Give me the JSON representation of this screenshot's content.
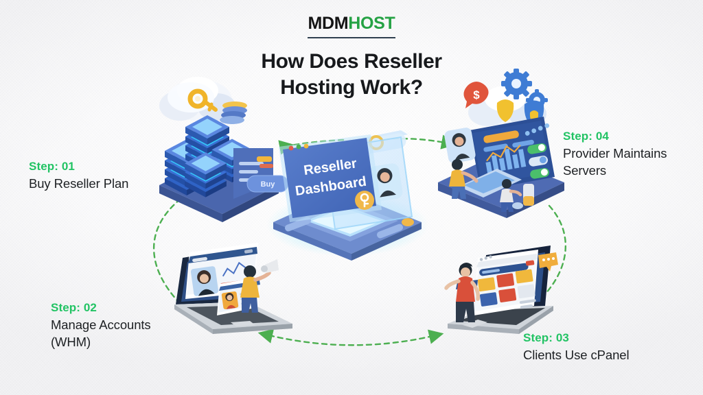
{
  "header": {
    "logo_part1": "MDM",
    "logo_part2": "HOST",
    "title_line1": "How Does Reseller",
    "title_line2": "Hosting Work?"
  },
  "steps": [
    {
      "id": "01",
      "num_label": "Step: 01",
      "text": "Buy Reseller Plan",
      "scene": "server-stack-cloud"
    },
    {
      "id": "02",
      "num_label": "Step: 02",
      "text": "Manage Accounts\n(WHM)",
      "scene": "laptop-account-cards"
    },
    {
      "id": "03",
      "num_label": "Step: 03",
      "text": "Clients Use cPanel",
      "scene": "laptop-cpanel-tiles"
    },
    {
      "id": "04",
      "num_label": "Step: 04",
      "text": "Provider Maintains\nServers",
      "scene": "dashboard-gears-cloud"
    }
  ],
  "center": {
    "screen_line1": "Reseller",
    "screen_line2": "Dashboard"
  },
  "illustrations": {
    "buy_button_label": "Buy"
  },
  "colors": {
    "accent_green": "#22c364",
    "logo_green": "#25a244",
    "title_dark": "#17191c",
    "body_dark": "#1d2023",
    "connector_green": "#4caf50",
    "screen_blue": "#4a72c4",
    "device_blue": "#5c7fd0",
    "glow_cyan": "#49d8ff",
    "background": "#f5f5f7"
  },
  "connectors": [
    {
      "name": "servers-to-center",
      "direction": "right-to-left",
      "style": "dashed-arrow"
    },
    {
      "name": "center-to-provider",
      "direction": "left-to-right",
      "style": "dashed-arrow"
    },
    {
      "name": "servers-to-whm",
      "direction": "down-left-curve",
      "style": "dashed"
    },
    {
      "name": "provider-to-cpanel",
      "direction": "down-right-curve",
      "style": "dashed"
    },
    {
      "name": "whm-to-cpanel",
      "direction": "bidirectional",
      "style": "dashed-double-arrow"
    }
  ]
}
